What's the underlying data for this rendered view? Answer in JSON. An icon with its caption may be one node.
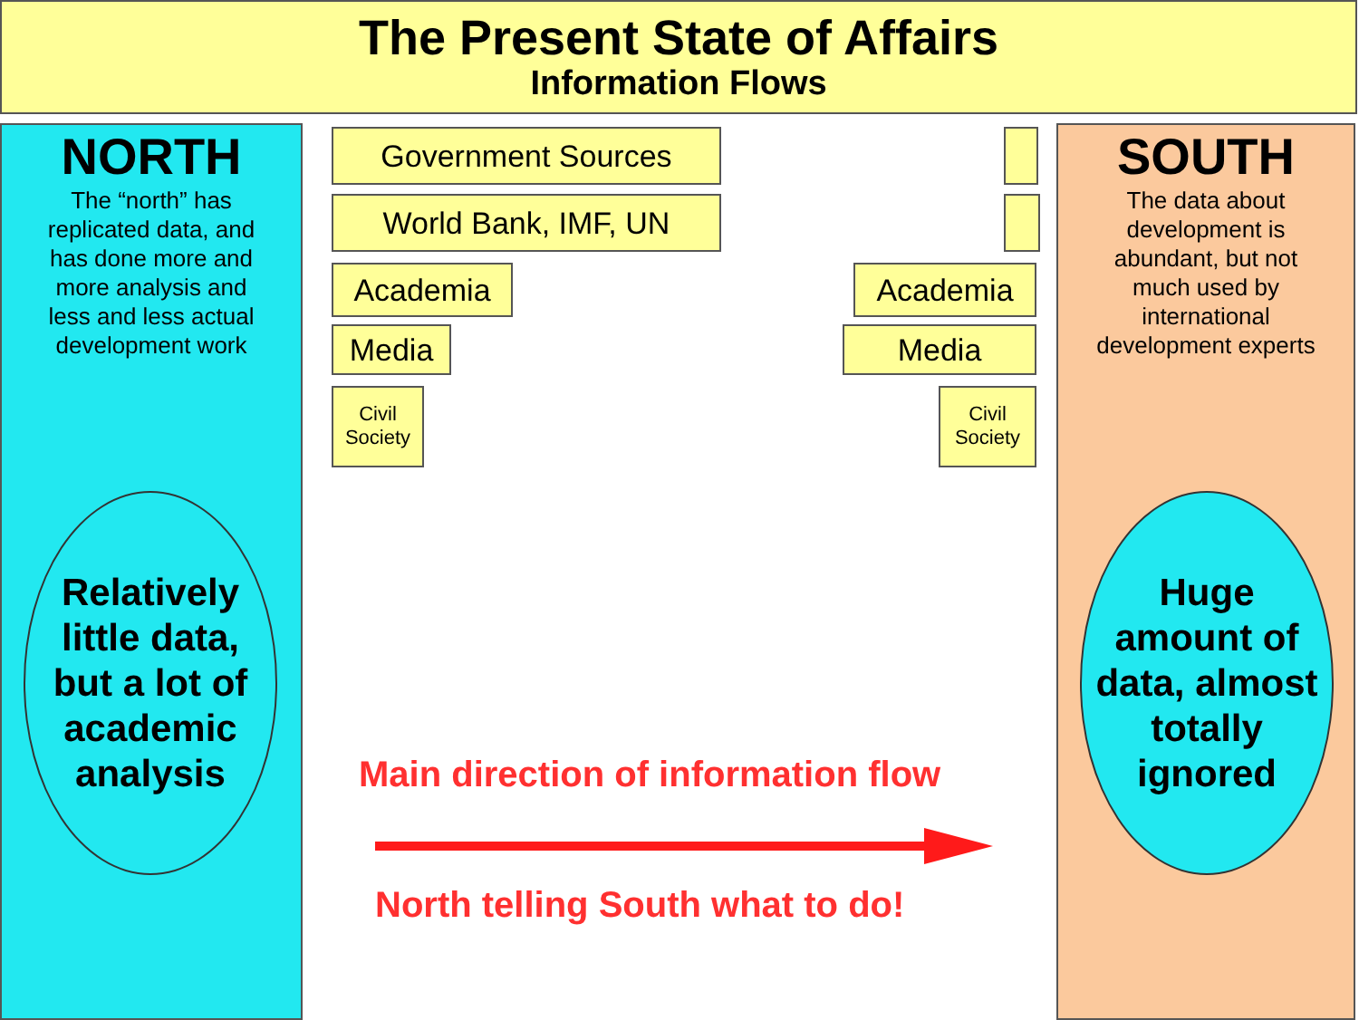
{
  "diagram": {
    "nodes": [
      {
        "text": [
          "The Present State of Affairs",
          "Information Flows"
        ]
      },
      {
        "text": [
          "NORTH",
          "The “north” has replicated data, and has done more and more analysis and less and less actual development work"
        ]
      },
      {
        "text": [
          "Relatively little data, but a lot of academic analysis"
        ],
        "in": 1
      },
      {
        "text": [
          "Government Sources"
        ]
      },
      {
        "text": [],
        "shape": "box"
      },
      {
        "text": [
          "World Bank, IMF, UN"
        ]
      },
      {
        "text": [],
        "shape": "box"
      },
      {
        "text": [
          "Academia"
        ]
      },
      {
        "text": [
          "Academia"
        ]
      },
      {
        "text": [
          "Media"
        ]
      },
      {
        "text": [
          "Media"
        ]
      },
      {
        "text": [
          "Civil Society"
        ]
      },
      {
        "text": [
          "Civil Society"
        ]
      },
      {
        "text": [
          "SOUTH",
          "The data about development is abundant, but not much used by international development experts"
        ]
      },
      {
        "text": [
          "Huge amount of data, almost totally ignored"
        ],
        "in": 13
      }
    ],
    "labels": [
      "Main direction of information flow",
      "North telling South what to do!"
    ]
  }
}
